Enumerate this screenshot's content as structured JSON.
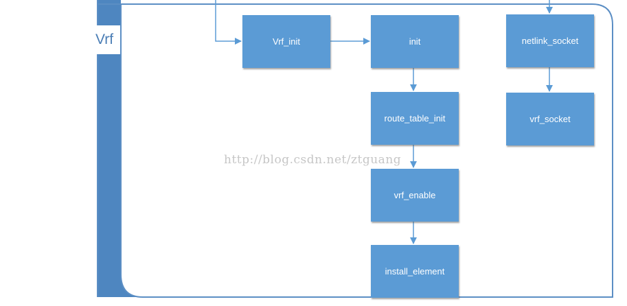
{
  "group": {
    "label": "Vrf",
    "fill_color": "#4e86c0",
    "border_color": "#5b8ec4"
  },
  "nodes": {
    "vrf_init": "Vrf_init",
    "init": "init",
    "netlink_socket": "netlink_socket",
    "route_table_init": "route_table_init",
    "vrf_socket": "vrf_socket",
    "vrf_enable": "vrf_enable",
    "install_element": "install_element"
  },
  "edges": [
    {
      "from": "external",
      "to": "vrf_init"
    },
    {
      "from": "vrf_init",
      "to": "init"
    },
    {
      "from": "external",
      "to": "netlink_socket"
    },
    {
      "from": "init",
      "to": "route_table_init"
    },
    {
      "from": "netlink_socket",
      "to": "vrf_socket"
    },
    {
      "from": "route_table_init",
      "to": "vrf_enable"
    },
    {
      "from": "vrf_enable",
      "to": "install_element"
    }
  ],
  "node_color": "#5b9bd5",
  "arrow_color": "#5b9bd5",
  "watermark": "http://blog.csdn.net/ztguang"
}
